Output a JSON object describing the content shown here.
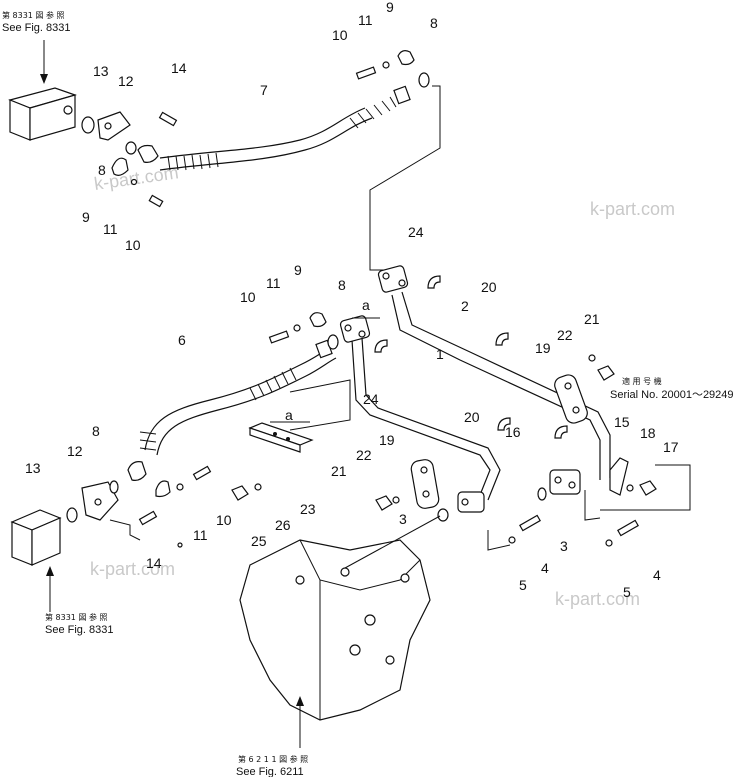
{
  "references": {
    "top_left": {
      "jp": "第 8331 図 参 照",
      "en": "See Fig. 8331"
    },
    "bottom_left": {
      "jp": "第 8331 図 参 照",
      "en": "See Fig. 8331"
    },
    "bottom": {
      "jp": "第 6 2 1 1 図 参 照",
      "en": "See Fig. 6211"
    }
  },
  "serial": {
    "jp": "適 用 号 機",
    "en": "Serial No. 20001～29249"
  },
  "watermark": "k-part.com",
  "view_marker": "a",
  "part_labels": {
    "p1": "1",
    "p2": "2",
    "p3a": "3",
    "p3b": "3",
    "p4a": "4",
    "p4b": "4",
    "p5a": "5",
    "p5b": "5",
    "p6": "6",
    "p7": "7",
    "p8a": "8",
    "p8b": "8",
    "p8c": "8",
    "p8d": "8",
    "p9a": "9",
    "p9b": "9",
    "p9c": "9",
    "p10a": "10",
    "p10b": "10",
    "p10c": "10",
    "p10d": "10",
    "p11a": "11",
    "p11b": "11",
    "p11c": "11",
    "p11d": "11",
    "p12a": "12",
    "p12b": "12",
    "p13a": "13",
    "p13b": "13",
    "p14a": "14",
    "p14b": "14",
    "p15": "15",
    "p16": "16",
    "p17": "17",
    "p18": "18",
    "p19a": "19",
    "p19b": "19",
    "p20a": "20",
    "p20b": "20",
    "p21a": "21",
    "p21b": "21",
    "p22a": "22",
    "p22b": "22",
    "p23": "23",
    "p24a": "24",
    "p24b": "24",
    "p25": "25",
    "p26": "26"
  }
}
